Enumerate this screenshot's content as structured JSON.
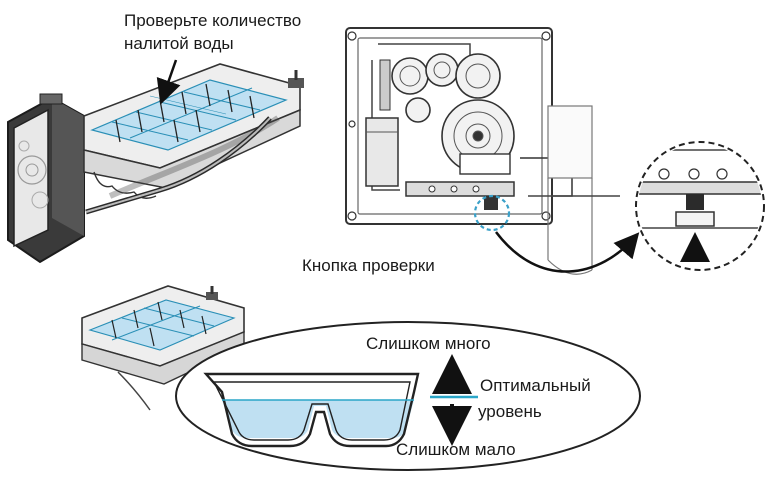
{
  "labels": {
    "check_water_line1": "Проверьте количество",
    "check_water_line2": "налитой воды",
    "test_button": "Кнопка проверки",
    "too_much": "Слишком много",
    "optimal_line1": "Оптимальный",
    "optimal_line2": "уровень",
    "too_little": "Слишком мало"
  },
  "colors": {
    "water": "#bfe0f2",
    "water_line": "#2aa6c8",
    "outline": "#333333",
    "metal": "#e6e6e6",
    "dark": "#2b2b2b",
    "highlight_circle": "#3aa0c8"
  },
  "icons": [
    "ice-maker-illustration",
    "gear-mechanism-illustration",
    "magnifier-circle",
    "arrow-up-icon",
    "arrow-down-icon"
  ]
}
